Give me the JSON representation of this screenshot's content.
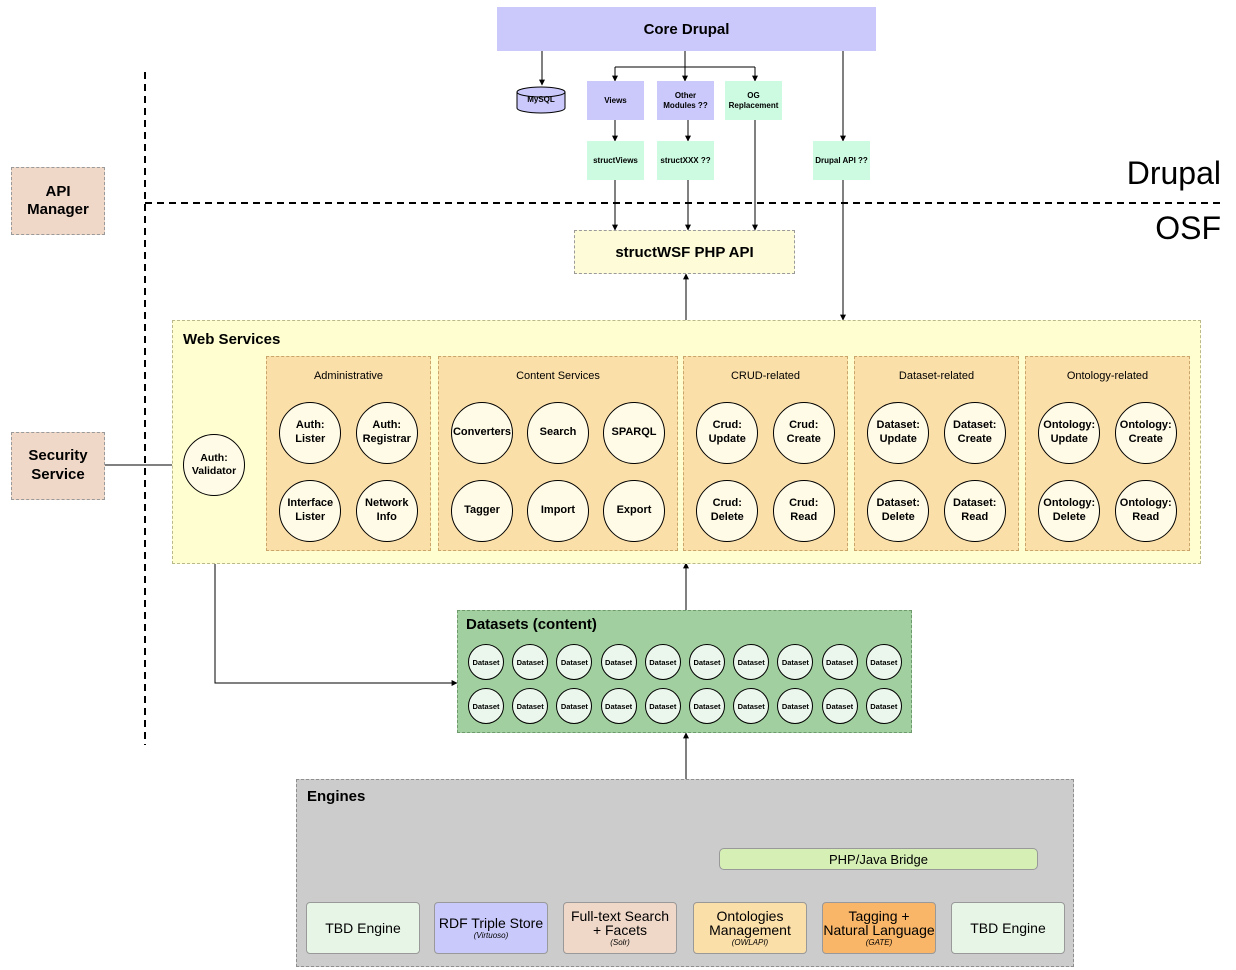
{
  "zones": {
    "drupal": "Drupal",
    "osf": "OSF"
  },
  "api_manager": "API\nManager",
  "security_service": "Security\nService",
  "core_drupal": "Core Drupal",
  "mysql": "MySQL",
  "drupal_modules": {
    "views": "Views",
    "other_modules": "Other\nModules ??",
    "og_replacement": "OG\nReplacement",
    "struct_views": "structViews",
    "struct_xxx": "structXXX ??",
    "drupal_api": "Drupal API ??"
  },
  "structwsf_php_api": "structWSF PHP API",
  "web_services": {
    "title": "Web Services",
    "validator": "Auth:\nValidator",
    "groups": [
      {
        "title": "Administrative",
        "items": [
          "Auth:\nLister",
          "Auth:\nRegistrar",
          "Interface\nLister",
          "Network\nInfo"
        ]
      },
      {
        "title": "Content Services",
        "items": [
          "Converters",
          "Search",
          "SPARQL",
          "Tagger",
          "Import",
          "Export"
        ]
      },
      {
        "title": "CRUD-related",
        "items": [
          "Crud:\nUpdate",
          "Crud:\nCreate",
          "Crud:\nDelete",
          "Crud:\nRead"
        ]
      },
      {
        "title": "Dataset-related",
        "items": [
          "Dataset:\nUpdate",
          "Dataset:\nCreate",
          "Dataset:\nDelete",
          "Dataset:\nRead"
        ]
      },
      {
        "title": "Ontology-related",
        "items": [
          "Ontology:\nUpdate",
          "Ontology:\nCreate",
          "Ontology:\nDelete",
          "Ontology:\nRead"
        ]
      }
    ]
  },
  "datasets": {
    "title": "Datasets (content)",
    "items": [
      "Dataset",
      "Dataset",
      "Dataset",
      "Dataset",
      "Dataset",
      "Dataset",
      "Dataset",
      "Dataset",
      "Dataset",
      "Dataset",
      "Dataset",
      "Dataset",
      "Dataset",
      "Dataset",
      "Dataset",
      "Dataset",
      "Dataset",
      "Dataset",
      "Dataset",
      "Dataset"
    ]
  },
  "engines": {
    "title": "Engines",
    "bridge": "PHP/Java Bridge",
    "items": [
      {
        "name": "TBD Engine",
        "sub": "",
        "color": "#e7f5e6"
      },
      {
        "name": "RDF Triple Store",
        "sub": "(Virtuoso)",
        "color": "#c9c9fb"
      },
      {
        "name": "Full-text Search\n+ Facets",
        "sub": "(Solr)",
        "color": "#f0d8c9"
      },
      {
        "name": "Ontologies\nManagement",
        "sub": "(OWLAPI)",
        "color": "#fbdfa9"
      },
      {
        "name": "Tagging +\nNatural Language",
        "sub": "(GATE)",
        "color": "#f9b669"
      },
      {
        "name": "TBD Engine",
        "sub": "",
        "color": "#e7f5e6"
      }
    ]
  },
  "colors": {
    "core_drupal": "#cbc9fb",
    "module_purple": "#cbc9fb",
    "module_mint": "#ccfbe2",
    "php_api": "#fdfbd8",
    "web_services_bg": "#fefed0",
    "group_bg": "#fbdfa9",
    "datasets_bg": "#a1cf9f",
    "engines_bg": "#cccccc",
    "bridge": "#d5efb5",
    "side_box": "#f0d8c9"
  }
}
